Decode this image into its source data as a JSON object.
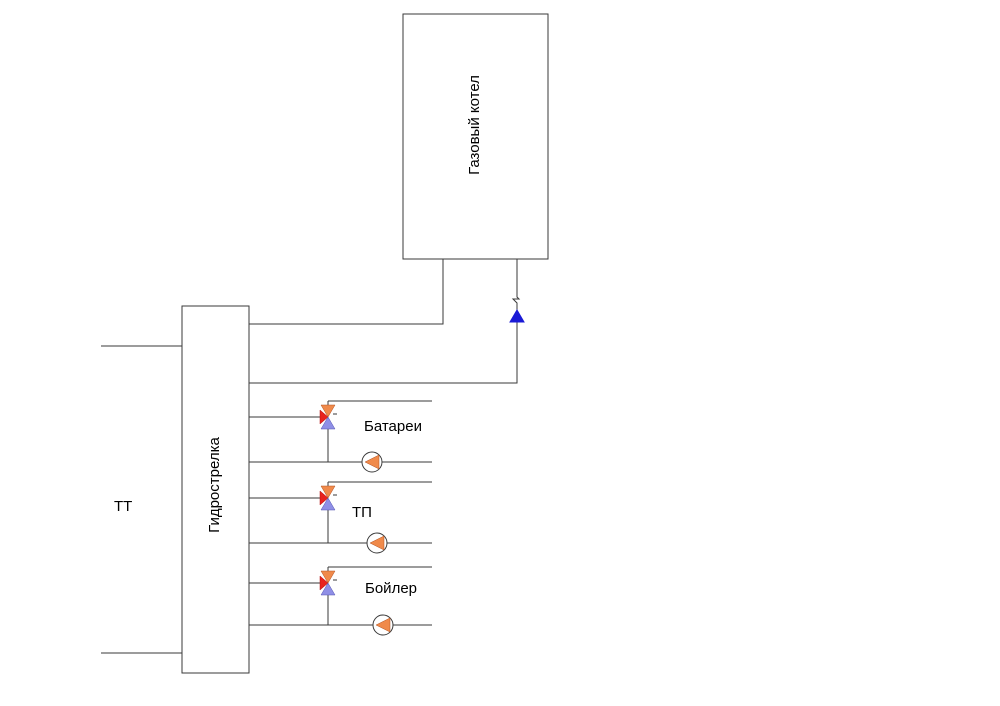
{
  "labels": {
    "boiler_box": "Газовый котел",
    "hydro_separator": "Гидрострелка",
    "tt": "ТТ",
    "circuit_radiators": "Батареи",
    "circuit_floor": "ТП",
    "circuit_dhw": "Бойлер"
  },
  "colors": {
    "valve_red": "#e8231e",
    "valve_orange": "#f08a4b",
    "valve_blue": "#8f8fe6",
    "check_valve_blue": "#1a1ad6",
    "pump_orange": "#f08a4b",
    "line": "#3a3a3a"
  },
  "icons": {
    "three_way_valve": "three-way-mixing-valve-icon",
    "pump": "circulation-pump-icon",
    "check_valve": "check-valve-icon"
  }
}
